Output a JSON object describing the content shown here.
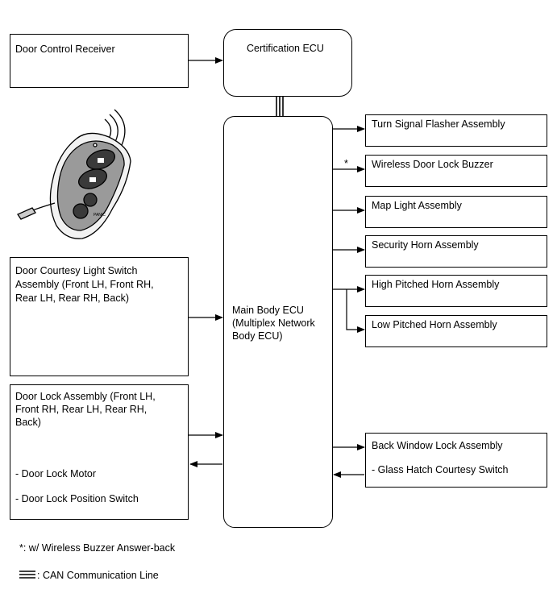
{
  "blocks": {
    "door_control_receiver": "Door Control Receiver",
    "certification_ecu": "Certification ECU",
    "main_body_ecu": [
      "Main Body ECU",
      "(Multiplex Network",
      "Body ECU)"
    ],
    "door_courtesy_switch": [
      "Door Courtesy Light Switch",
      "Assembly (Front LH, Front RH,",
      "Rear LH, Rear RH, Back)"
    ],
    "door_lock_assembly": [
      "Door Lock Assembly (Front LH,",
      "Front RH, Rear LH, Rear RH,",
      "Back)"
    ],
    "door_lock_motor": "- Door Lock Motor",
    "door_lock_position_switch": "- Door Lock Position Switch",
    "turn_signal_flasher": "Turn Signal Flasher Assembly",
    "wireless_buzzer": "Wireless Door Lock Buzzer",
    "wireless_buzzer_mark": "*",
    "map_light": "Map Light Assembly",
    "security_horn": "Security Horn Assembly",
    "high_pitched_horn": "High Pitched Horn Assembly",
    "low_pitched_horn": "Low Pitched Horn Assembly",
    "back_window_lock": "Back Window Lock Assembly",
    "glass_hatch_switch": "- Glass Hatch Courtesy Switch"
  },
  "legend": {
    "footnote": "*: w/ Wireless Buzzer Answer-back",
    "can_line": ": CAN Communication Line"
  },
  "key_fob": {
    "icon": "key-fob-icon",
    "panic_label": "PANIC"
  }
}
